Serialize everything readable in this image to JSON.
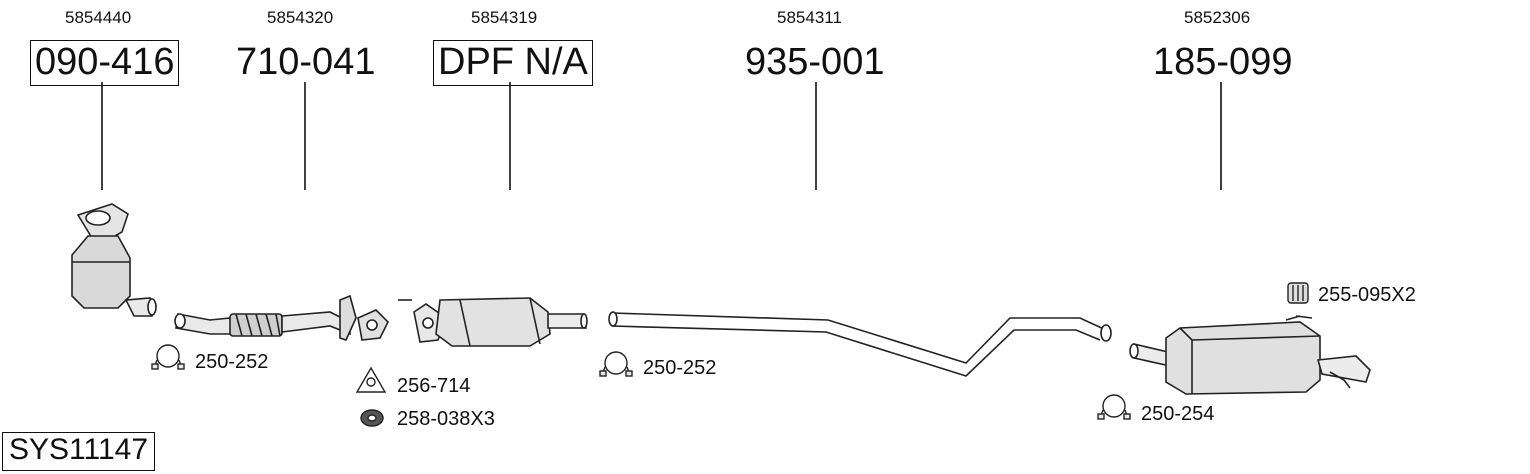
{
  "system_code": "SYS11147",
  "parts": [
    {
      "ref": "5854440",
      "number": "090-416",
      "boxed": true
    },
    {
      "ref": "5854320",
      "number": "710-041",
      "boxed": false
    },
    {
      "ref": "5854319",
      "number": "DPF N/A",
      "boxed": true
    },
    {
      "ref": "5854311",
      "number": "935-001",
      "boxed": false
    },
    {
      "ref": "5852306",
      "number": "185-099",
      "boxed": false
    }
  ],
  "accessories": [
    {
      "code": "250-252",
      "icon": "clamp-icon"
    },
    {
      "code": "256-714",
      "icon": "gasket-icon"
    },
    {
      "code": "258-038X3",
      "icon": "nut-icon"
    },
    {
      "code": "250-252",
      "icon": "clamp-icon"
    },
    {
      "code": "255-095X2",
      "icon": "rubber-mount-icon"
    },
    {
      "code": "250-254",
      "icon": "clamp-icon"
    }
  ]
}
